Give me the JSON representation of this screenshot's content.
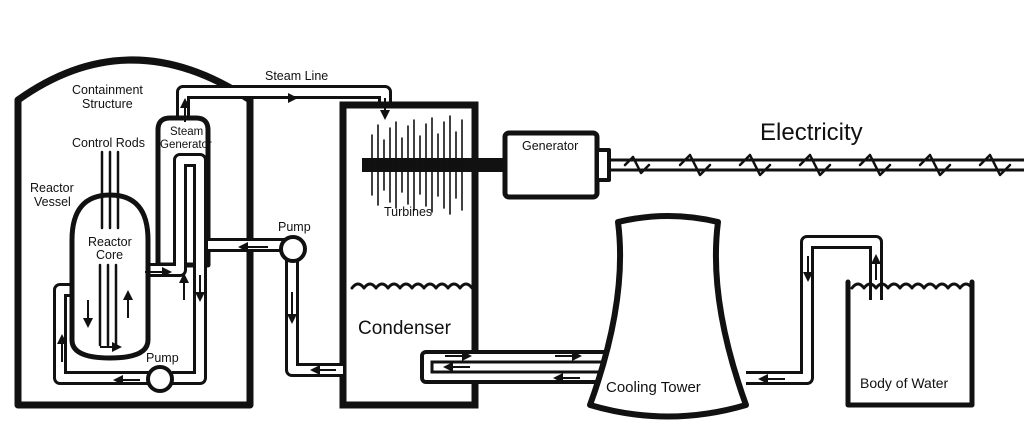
{
  "labels": {
    "containment_line1": "Containment",
    "containment_line2": "Structure",
    "steam_line": "Steam Line",
    "control_rods": "Control Rods",
    "steam_generator_line1": "Steam",
    "steam_generator_line2": "Generator",
    "reactor_vessel_line1": "Reactor",
    "reactor_vessel_line2": "Vessel",
    "reactor_core_line1": "Reactor",
    "reactor_core_line2": "Core",
    "pump_secondary": "Pump",
    "pump_primary": "Pump",
    "turbines": "Turbines",
    "generator": "Generator",
    "electricity": "Electricity",
    "condenser": "Condenser",
    "cooling_tower": "Cooling Tower",
    "body_of_water": "Body of Water"
  },
  "colors": {
    "line": "#111111",
    "background": "#ffffff"
  }
}
